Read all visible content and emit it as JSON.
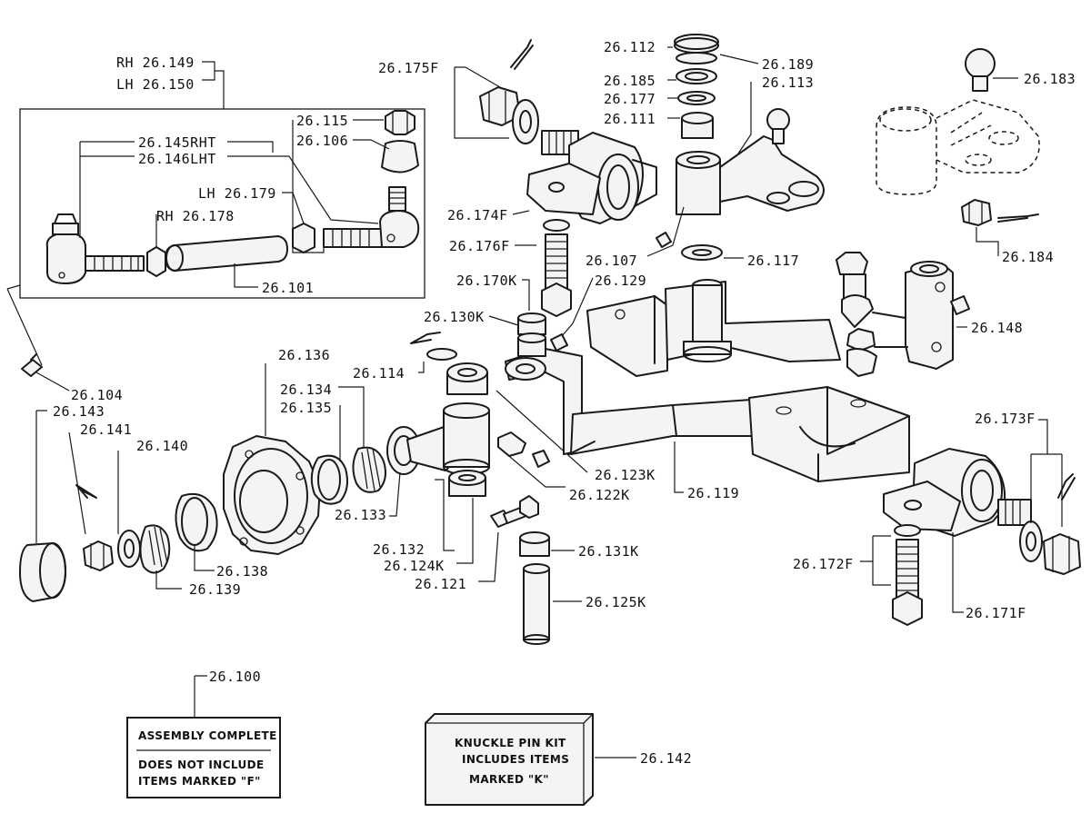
{
  "labels": {
    "rh_149": "RH 26.149",
    "lh_150": "LH 26.150",
    "p115": "26.115",
    "p106": "26.106",
    "p145": "26.145RHT",
    "p146": "26.146LHT",
    "lh_179": "LH 26.179",
    "rh_178": "RH 26.178",
    "p101": "26.101",
    "p104": "26.104",
    "p175f": "26.175F",
    "p112": "26.112",
    "p189": "26.189",
    "p185": "26.185",
    "p113": "26.113",
    "p177": "26.177",
    "p111": "26.111",
    "p183": "26.183",
    "p174f": "26.174F",
    "p176f": "26.176F",
    "p107": "26.107",
    "p117": "26.117",
    "p184": "26.184",
    "p170k": "26.170K",
    "p129": "26.129",
    "p130k": "26.130K",
    "p148": "26.148",
    "p136": "26.136",
    "p114": "26.114",
    "p134": "26.134",
    "p135": "26.135",
    "p143": "26.143",
    "p141": "26.141",
    "p140": "26.140",
    "p123k": "26.123K",
    "p122k": "26.122K",
    "p119": "26.119",
    "p173f": "26.173F",
    "p133": "26.133",
    "p132": "26.132",
    "p124k": "26.124K",
    "p131k": "26.131K",
    "p121": "26.121",
    "p138": "26.138",
    "p139": "26.139",
    "p125k": "26.125K",
    "p172f": "26.172F",
    "p171f": "26.171F",
    "p100": "26.100",
    "p142": "26.142"
  },
  "notes": {
    "assembly_title": "ASSEMBLY COMPLETE",
    "assembly_line1": "DOES NOT INCLUDE",
    "assembly_line2": "ITEMS MARKED \"F\"",
    "kit_line1": "KNUCKLE PIN KIT",
    "kit_line2": "INCLUDES ITEMS",
    "kit_line3": "MARKED \"K\""
  }
}
